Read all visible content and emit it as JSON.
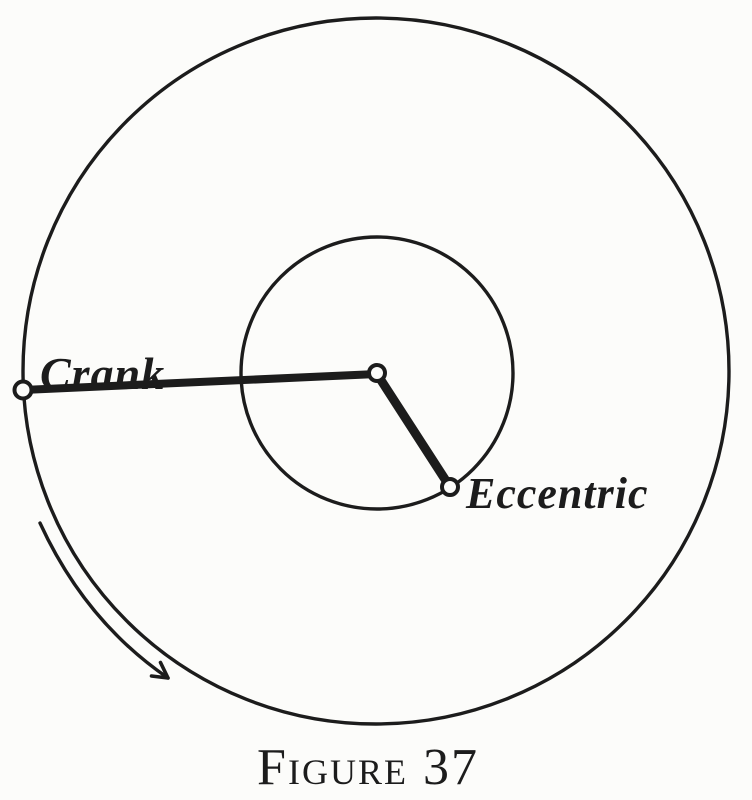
{
  "figure": {
    "caption": "Figure 37",
    "labels": {
      "crank": "Crank",
      "eccentric": "Eccentric"
    },
    "colors": {
      "ink": "#1c1c1c",
      "paper": "#fcfcfa"
    }
  }
}
